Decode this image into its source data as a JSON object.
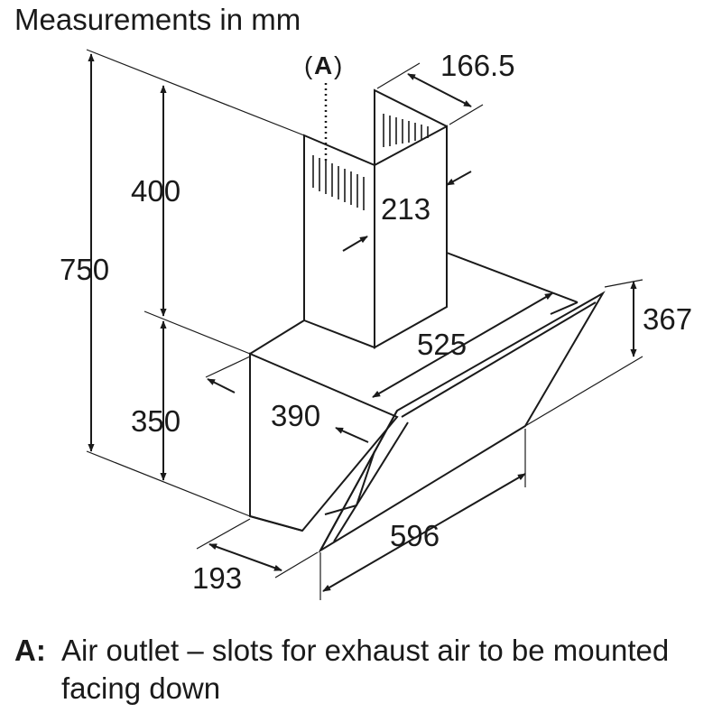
{
  "title": "Measurements in mm",
  "callout_marker": {
    "open": "(",
    "letter": "A",
    "close": ")"
  },
  "dimensions": {
    "total_height": "750",
    "chimney_height": "400",
    "body_height": "350",
    "chimney_width": "166.5",
    "chimney_depth": "213",
    "canopy_depth": "525",
    "body_width": "390",
    "glass_height": "367",
    "overall_width": "596",
    "bottom_depth": "193"
  },
  "legend": {
    "key": "A:",
    "text": "Air outlet – slots for exhaust air to be mounted facing down"
  }
}
